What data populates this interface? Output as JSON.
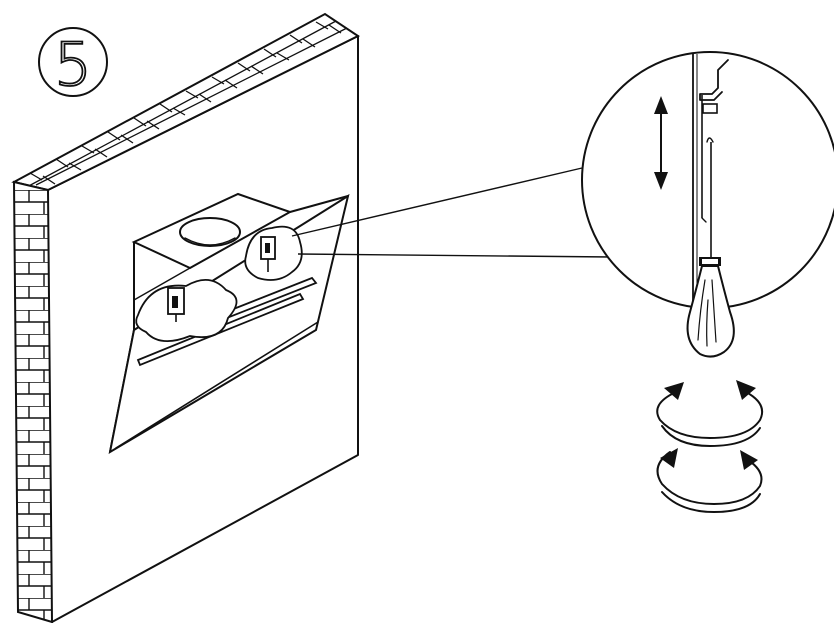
{
  "step": {
    "number": "5"
  },
  "colors": {
    "ink": "#111111",
    "paper": "#ffffff"
  },
  "parts": {
    "wall": "brick-wall",
    "hood": "angled-cooker-hood",
    "detail": "bracket-adjustment-detail",
    "tool": "screwdriver-icon",
    "motion_vertical": "vertical-adjust-arrow-icon",
    "motion_rotate": "rotate-arrows-icon"
  }
}
